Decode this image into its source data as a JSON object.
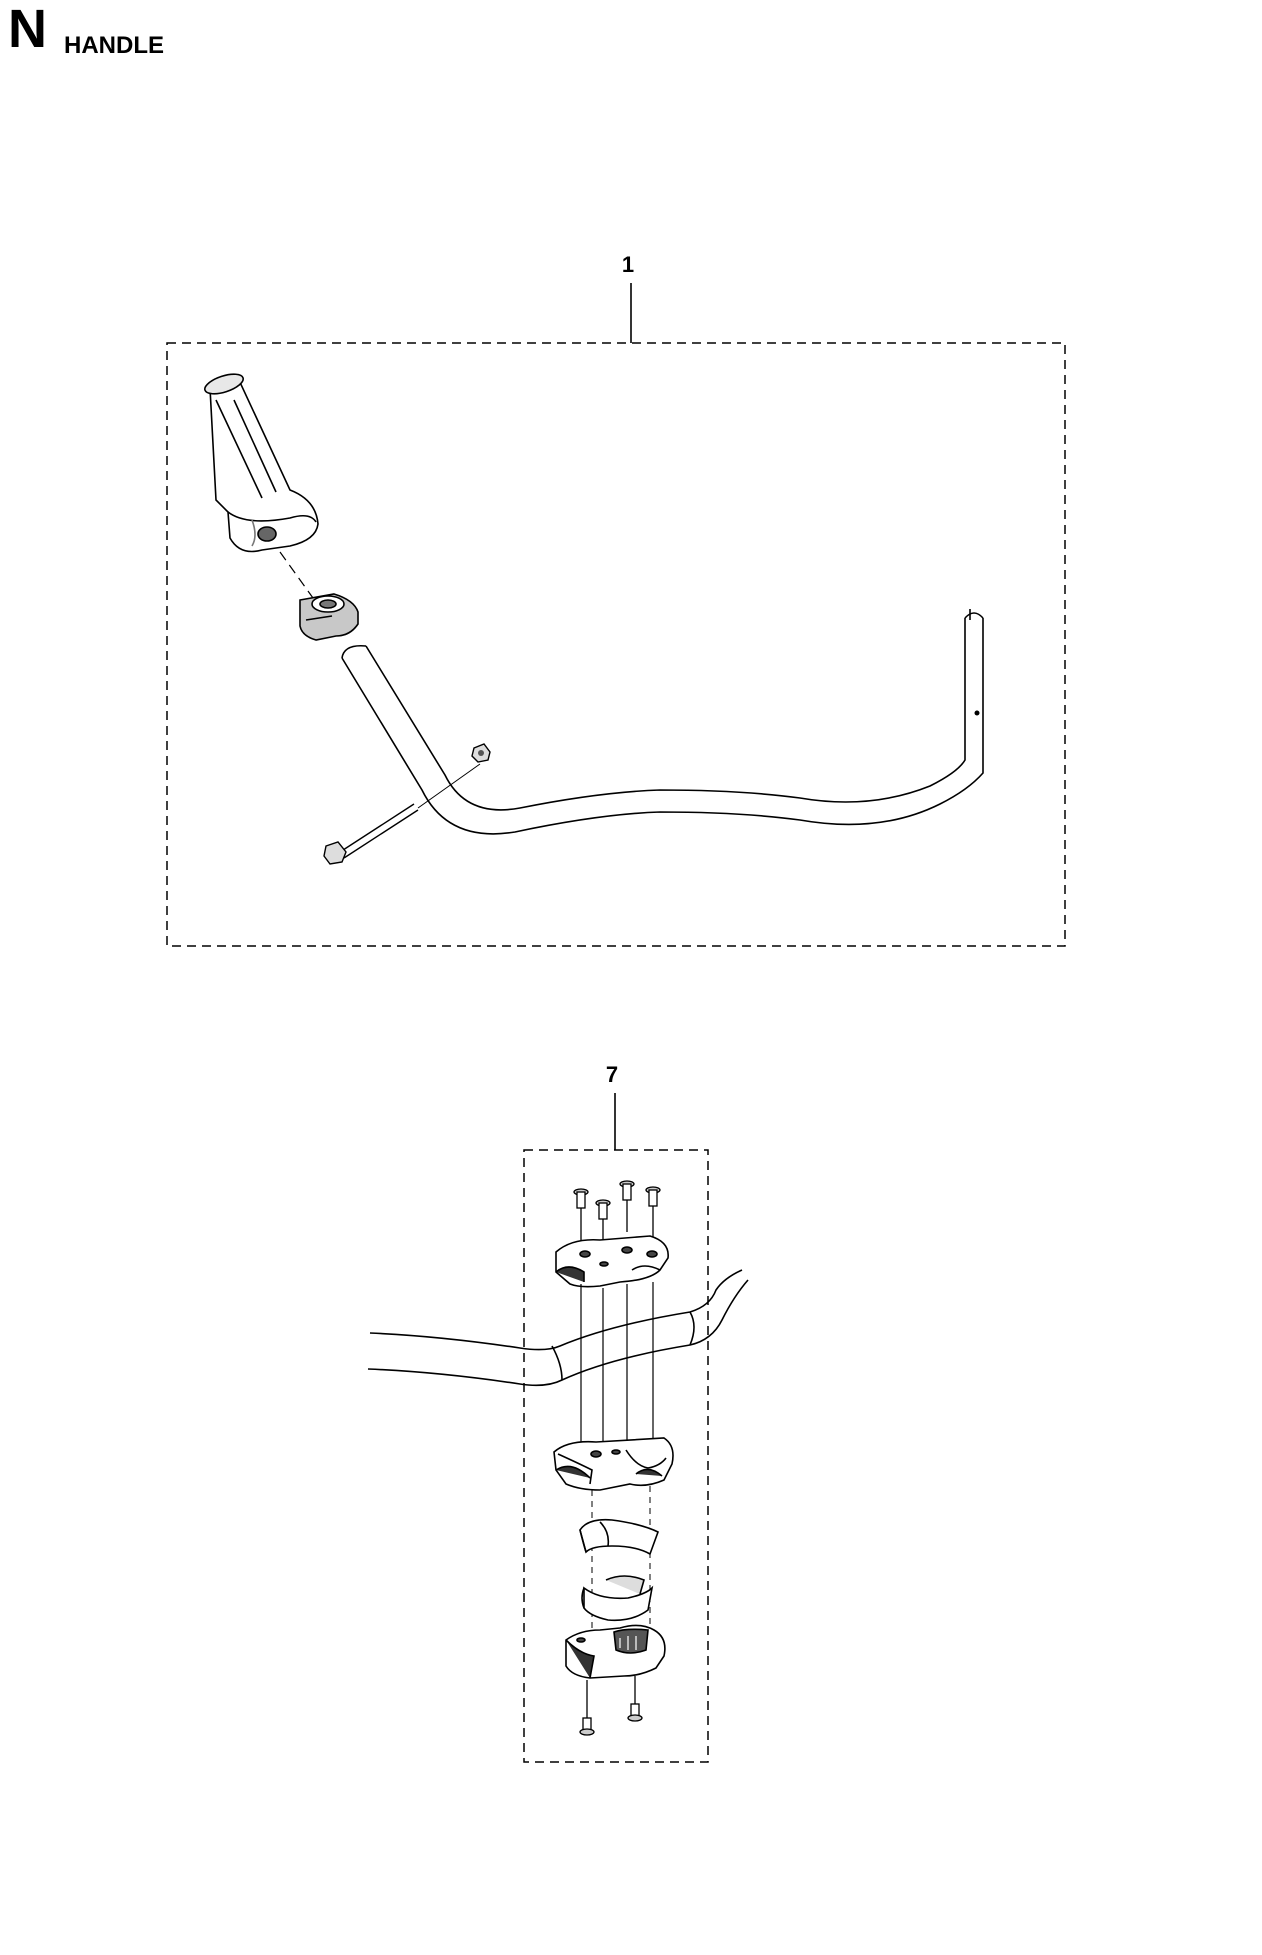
{
  "section": {
    "letter": "N",
    "name": "HANDLE"
  },
  "callouts": [
    {
      "label": "1"
    },
    {
      "label": "7"
    }
  ],
  "colors": {
    "line": "#000000",
    "fill": "#ffffff",
    "shade": "#d0d0d0",
    "dark": "#555555"
  }
}
